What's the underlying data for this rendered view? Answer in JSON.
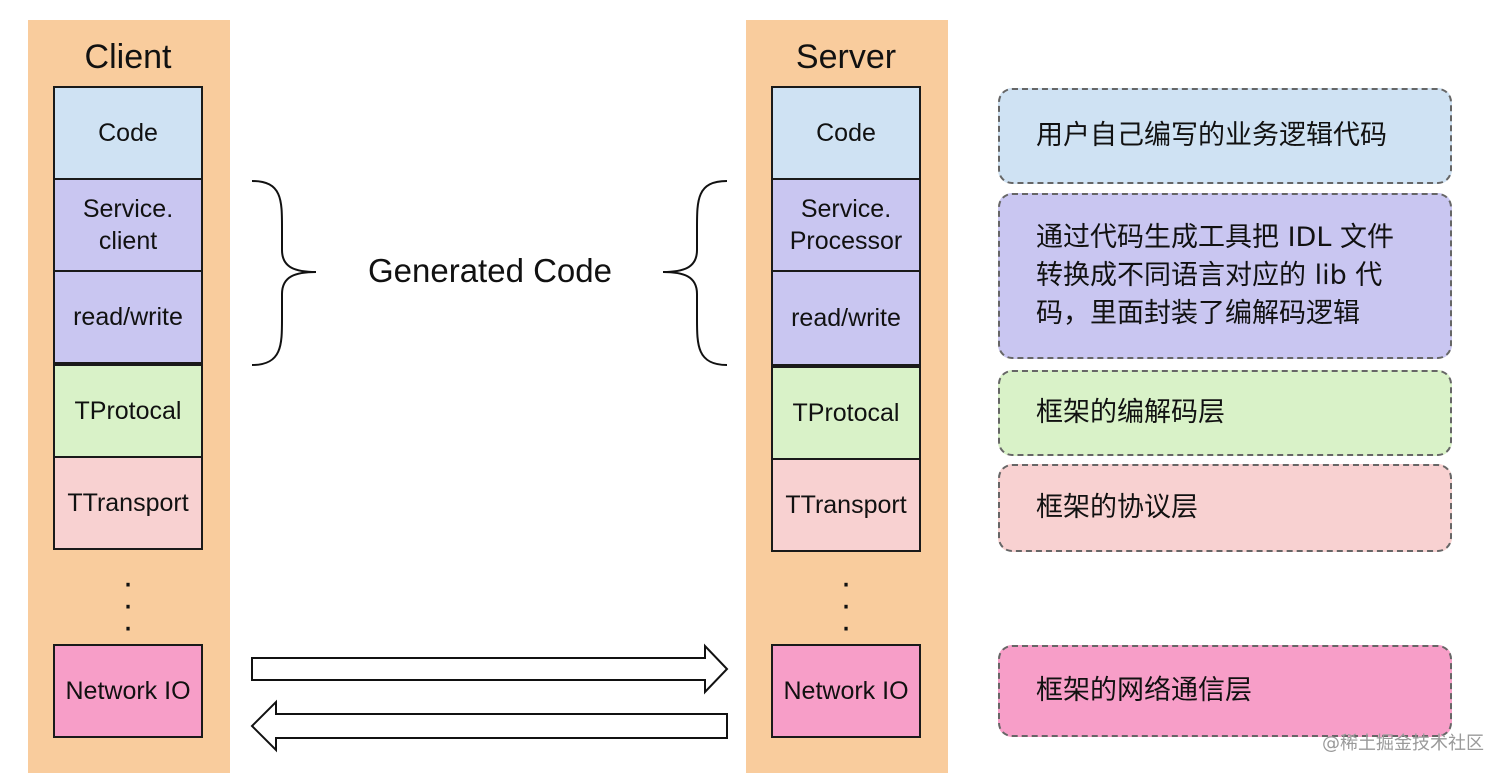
{
  "client": {
    "title": "Client",
    "layers": {
      "code": "Code",
      "service": "Service.\nclient",
      "readwrite": "read/write",
      "protocol": "TProtocal",
      "transport": "TTransport",
      "network": "Network IO"
    }
  },
  "server": {
    "title": "Server",
    "layers": {
      "code": "Code",
      "service": "Service.\nProcessor",
      "readwrite": "read/write",
      "protocol": "TProtocal",
      "transport": "TTransport",
      "network": "Network IO"
    }
  },
  "generated_code_label": "Generated Code",
  "notes": {
    "code": "用户自己编写的业务逻辑代码",
    "generated": "通过代码生成工具把 IDL 文件\n转换成不同语言对应的 lib 代\n码，里面封装了编解码逻辑",
    "protocol": "框架的编解码层",
    "transport": "框架的协议层",
    "network": "框架的网络通信层"
  },
  "watermark": "@稀土掘金技术社区",
  "colors": {
    "column_bg": "#f9cc9d",
    "code": "#cfe2f3",
    "generated": "#c9c6f1",
    "protocol": "#d9f2c8",
    "transport": "#f8d1d1",
    "network": "#f79ec8"
  }
}
